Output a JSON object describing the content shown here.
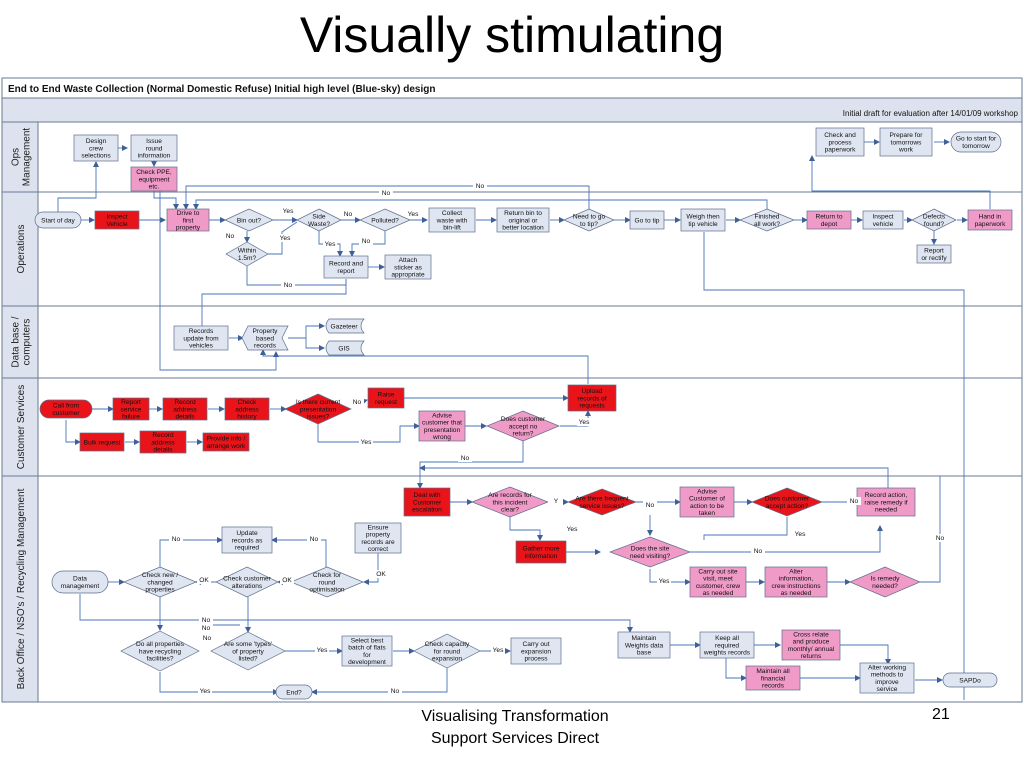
{
  "slide": {
    "title": "Visually stimulating",
    "footer": "Visualising Transformation\nSupport Services Direct",
    "page_number": "21"
  },
  "diagram": {
    "header": "End to End Waste Collection (Normal Domestic Refuse)  Initial high level (Blue-sky) design",
    "subheader": "Initial draft for evaluation after 14/01/09 workshop",
    "colors": {
      "blue": "#dfe6f1",
      "red": "#e8141a",
      "pink": "#f09ac8",
      "line": "#4a74b8",
      "border": "#5f6e8c",
      "lane": "#dde3ee"
    },
    "lanes": [
      {
        "id": "ops",
        "label": "Ops\nManagement"
      },
      {
        "id": "operations",
        "label": "Operations"
      },
      {
        "id": "db",
        "label": "Data base /\ncomputers"
      },
      {
        "id": "cs",
        "label": "Customer Services"
      },
      {
        "id": "bo",
        "label": "Back Office / NSO's / Recycling Management"
      }
    ],
    "nodes": [
      {
        "id": "n1",
        "shape": "rect",
        "color": "blue",
        "text": "Design\ncrew\nselections"
      },
      {
        "id": "n2",
        "shape": "rect",
        "color": "blue",
        "text": "Issue\nround\ninformation"
      },
      {
        "id": "n3",
        "shape": "rect",
        "color": "pink",
        "text": "Check PPE,\nequipment\netc."
      },
      {
        "id": "n4",
        "shape": "rect",
        "color": "blue",
        "text": "Check and\nprocess\npaperwork"
      },
      {
        "id": "n5",
        "shape": "rect",
        "color": "blue",
        "text": "Prepare for\ntomorrows\nwork"
      },
      {
        "id": "n6",
        "shape": "oval",
        "color": "blue",
        "text": "Go to start for\ntomorrow"
      },
      {
        "id": "n7",
        "shape": "oval",
        "color": "blue",
        "text": "Start of day"
      },
      {
        "id": "n8",
        "shape": "rect",
        "color": "red",
        "text": "Inspect\nVehicle"
      },
      {
        "id": "n9",
        "shape": "rect",
        "color": "pink",
        "text": "Drive to\nfirst\nproperty"
      },
      {
        "id": "n10",
        "shape": "diamond",
        "color": "blue",
        "text": "Bin out?"
      },
      {
        "id": "n11",
        "shape": "diamond",
        "color": "blue",
        "text": "Within\n1.5m?"
      },
      {
        "id": "n12",
        "shape": "diamond",
        "color": "blue",
        "text": "Side\nWaste?"
      },
      {
        "id": "n13",
        "shape": "diamond",
        "color": "blue",
        "text": "Polluted?"
      },
      {
        "id": "n14",
        "shape": "rect",
        "color": "blue",
        "text": "Collect\nwaste with\nbin-lift"
      },
      {
        "id": "n15",
        "shape": "rect",
        "color": "blue",
        "text": "Return bin to\noriginal or\nbetter location"
      },
      {
        "id": "n16",
        "shape": "diamond",
        "color": "blue",
        "text": "Need to go\nto tip?"
      },
      {
        "id": "n17",
        "shape": "rect",
        "color": "blue",
        "text": "Go to tip"
      },
      {
        "id": "n18",
        "shape": "rect",
        "color": "blue",
        "text": "Weigh then\ntip vehicle"
      },
      {
        "id": "n19",
        "shape": "diamond",
        "color": "blue",
        "text": "Finished\nall work?"
      },
      {
        "id": "n20",
        "shape": "rect",
        "color": "pink",
        "text": "Return to\ndepot"
      },
      {
        "id": "n21",
        "shape": "rect",
        "color": "blue",
        "text": "Inspect\nvehicle"
      },
      {
        "id": "n22",
        "shape": "diamond",
        "color": "blue",
        "text": "Defects\nfound?"
      },
      {
        "id": "n23",
        "shape": "rect",
        "color": "pink",
        "text": "Hand in\npaperwork"
      },
      {
        "id": "n24",
        "shape": "rect",
        "color": "blue",
        "text": "Report\nor rectify"
      },
      {
        "id": "n25",
        "shape": "rect",
        "color": "blue",
        "text": "Record and\nreport"
      },
      {
        "id": "n26",
        "shape": "rect",
        "color": "blue",
        "text": "Attach\nsticker as\nappropriate"
      },
      {
        "id": "n27",
        "shape": "rect",
        "color": "blue",
        "text": "Records\nupdate from\nvehicles"
      },
      {
        "id": "n28",
        "shape": "hex",
        "color": "blue",
        "text": "Property\nbased\nrecords"
      },
      {
        "id": "n29",
        "shape": "cyl",
        "color": "blue",
        "text": "Gazeteer"
      },
      {
        "id": "n30",
        "shape": "cyl",
        "color": "blue",
        "text": "GIS"
      },
      {
        "id": "n31",
        "shape": "oval",
        "color": "red",
        "text": "Call from\ncustomer"
      },
      {
        "id": "n32",
        "shape": "rect",
        "color": "red",
        "text": "Report\nservice\nfailure"
      },
      {
        "id": "n33",
        "shape": "rect",
        "color": "red",
        "text": "Record\naddress\ndetails"
      },
      {
        "id": "n34",
        "shape": "rect",
        "color": "red",
        "text": "Check\naddress\nhistory"
      },
      {
        "id": "n35",
        "shape": "diamond",
        "color": "red",
        "text": "Is there current\npresentation\nissues?"
      },
      {
        "id": "n36",
        "shape": "rect",
        "color": "red",
        "text": "Raise\nrequest"
      },
      {
        "id": "n37",
        "shape": "rect",
        "color": "red",
        "text": "Upload\nrecords of\nrequests"
      },
      {
        "id": "n38",
        "shape": "rect",
        "color": "red",
        "text": "Bulk request"
      },
      {
        "id": "n39",
        "shape": "rect",
        "color": "red",
        "text": "Record\naddress\ndetails"
      },
      {
        "id": "n40",
        "shape": "rect",
        "color": "red",
        "text": "Provide info /\narrange work"
      },
      {
        "id": "n41",
        "shape": "rect",
        "color": "pink",
        "text": "Advise\ncustomer that\npresentation\nwrong"
      },
      {
        "id": "n42",
        "shape": "diamond",
        "color": "pink",
        "text": "Does customer\naccept no\nreturn?"
      },
      {
        "id": "n43",
        "shape": "rect",
        "color": "red",
        "text": "Deal with\nCustomer\nescalation"
      },
      {
        "id": "n44",
        "shape": "diamond",
        "color": "pink",
        "text": "Are records for\nthis incident\nclear?"
      },
      {
        "id": "n45",
        "shape": "diamond",
        "color": "red",
        "text": "Are there frequent\nservice issues?"
      },
      {
        "id": "n46",
        "shape": "rect",
        "color": "pink",
        "text": "Advise\nCustomer of\naction to be\ntaken"
      },
      {
        "id": "n47",
        "shape": "diamond",
        "color": "red",
        "text": "Does customer\naccept action?"
      },
      {
        "id": "n48",
        "shape": "rect",
        "color": "pink",
        "text": "Record action,\nraise remedy if\nneeded"
      },
      {
        "id": "n49",
        "shape": "rect",
        "color": "red",
        "text": "Gather more\ninformation"
      },
      {
        "id": "n50",
        "shape": "diamond",
        "color": "pink",
        "text": "Does the site\nneed visiting?"
      },
      {
        "id": "n51",
        "shape": "rect",
        "color": "pink",
        "text": "Carry out site\nvisit, meet\ncustomer, crew\nas needed"
      },
      {
        "id": "n52",
        "shape": "rect",
        "color": "pink",
        "text": "Alter\ninformation,\ncrew instructions\nas needed"
      },
      {
        "id": "n53",
        "shape": "diamond",
        "color": "pink",
        "text": "Is remedy\nneeded?"
      },
      {
        "id": "n54",
        "shape": "rect",
        "color": "blue",
        "text": "Ensure\nproperty\nrecords are\ncorrect"
      },
      {
        "id": "n55",
        "shape": "rect",
        "color": "blue",
        "text": "Update\nrecords as\nrequired"
      },
      {
        "id": "n56",
        "shape": "oval",
        "color": "blue",
        "text": "Data\nmanagement"
      },
      {
        "id": "n57",
        "shape": "diamond",
        "color": "blue",
        "text": "Check new /\nchanged\nproperties"
      },
      {
        "id": "n58",
        "shape": "diamond",
        "color": "blue",
        "text": "Check customer\nalterations"
      },
      {
        "id": "n59",
        "shape": "diamond",
        "color": "blue",
        "text": "Check for\nround\noptimisation"
      },
      {
        "id": "n60",
        "shape": "diamond",
        "color": "blue",
        "text": "Do all properties\nhave recycling\nfacilities?"
      },
      {
        "id": "n61",
        "shape": "diamond",
        "color": "blue",
        "text": "Are some 'types'\nof property\nlisted?"
      },
      {
        "id": "n62",
        "shape": "rect",
        "color": "blue",
        "text": "Select best\nbatch of flats\nfor\ndevelopment"
      },
      {
        "id": "n63",
        "shape": "diamond",
        "color": "blue",
        "text": "Check capacity\nfor round\nexpansion"
      },
      {
        "id": "n64",
        "shape": "rect",
        "color": "blue",
        "text": "Carry out\nexpansion\nprocess"
      },
      {
        "id": "n65",
        "shape": "oval",
        "color": "blue",
        "text": "End?"
      },
      {
        "id": "n66",
        "shape": "rect",
        "color": "blue",
        "text": "Maintain\nWeights data\nbase"
      },
      {
        "id": "n67",
        "shape": "rect",
        "color": "blue",
        "text": "Keep all\nrequired\nweights records"
      },
      {
        "id": "n68",
        "shape": "rect",
        "color": "pink",
        "text": "Cross relate\nand produce\nmonthly/ annual\nreturns"
      },
      {
        "id": "n69",
        "shape": "rect",
        "color": "pink",
        "text": "Maintain all\nfinancial\nrecords"
      },
      {
        "id": "n70",
        "shape": "rect",
        "color": "blue",
        "text": "Alter working\nmethods to\nimprove\nservice"
      },
      {
        "id": "n71",
        "shape": "oval",
        "color": "blue",
        "text": "SAPDo"
      }
    ],
    "edge_labels": [
      "No",
      "Yes",
      "No",
      "Yes",
      "No",
      "Yes",
      "No",
      "Yes",
      "No",
      "No",
      "Yes",
      "No",
      "Yes",
      "No",
      "Yes",
      "No",
      "Y",
      "Yes",
      "No",
      "No",
      "Yes",
      "Yes",
      "No",
      "No",
      "No",
      "OK",
      "OK",
      "OK",
      "No",
      "No",
      "No",
      "Yes",
      "Yes",
      "Yes",
      "No"
    ]
  }
}
